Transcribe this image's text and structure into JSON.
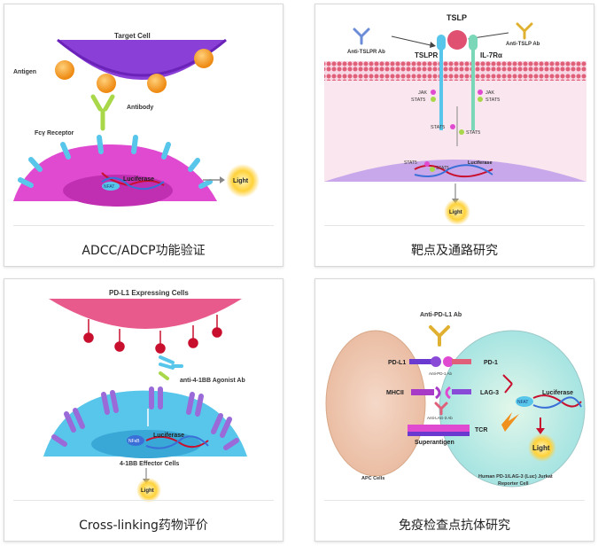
{
  "cards": [
    {
      "caption": "ADCC/ADCP功能验证",
      "labels": {
        "target_cell": "Target Cell",
        "antigen": "Antigen",
        "antibody": "Antibody",
        "fc_receptor": "Fcγ Receptor",
        "nfat": "NFAT",
        "luciferase": "Luciferase",
        "light": "Light"
      }
    },
    {
      "caption": "靶点及通路研究",
      "labels": {
        "tslp": "TSLP",
        "anti_tslpr": "Anti-TSLPR Ab",
        "anti_tslp": "Anti-TSLP Ab",
        "tslpr": "TSLPR",
        "il7ra": "IL-7Rα",
        "jak_left": "JAK",
        "stat5_left": "STAT5",
        "jak_right": "JAK",
        "stat5_right": "STAT5",
        "stat5_mid_a": "STAT5",
        "stat5_mid_b": "STAT5",
        "stat5_nuc_a": "STAT5",
        "stat5_nuc_b": "STAT5",
        "luciferase": "Luciferase",
        "light": "Light"
      }
    },
    {
      "caption": "Cross-linking药物评价",
      "labels": {
        "pdl1_cells": "PD-L1 Expressing Cells",
        "agonist": "anti-4-1BB Agonist Ab",
        "nfkb": "NFκB",
        "luciferase": "Luciferase",
        "effector": "4-1BB Effector Cells",
        "light": "Light"
      }
    },
    {
      "caption": "免疫检查点抗体研究",
      "labels": {
        "anti_pdl1": "Anti-PD-L1 Ab",
        "pdl1": "PD-L1",
        "pd1": "PD-1",
        "anti_pd1": "Anti-PD-1 Ab",
        "mhcii": "MHCII",
        "lag3": "LAG-3",
        "nfat": "NFAT",
        "luciferase": "Luciferase",
        "anti_lag3": "Anti-LAG-3 Ab",
        "tcr": "TCR",
        "superantigen": "Superantigen",
        "light": "Light",
        "apc": "APC Cells",
        "jurkat_1": "Human PD-1/LAG-3 (Luc) Jurkat",
        "jurkat_2": "Reporter Cell"
      }
    }
  ],
  "colors": {
    "purple": "#8a3fd6",
    "orange": "#f0901e",
    "pink": "#e04ad0",
    "cyan": "#58c6ea",
    "green": "#a8d84a",
    "red": "#c8102e",
    "yellow": "#ffcc33"
  }
}
